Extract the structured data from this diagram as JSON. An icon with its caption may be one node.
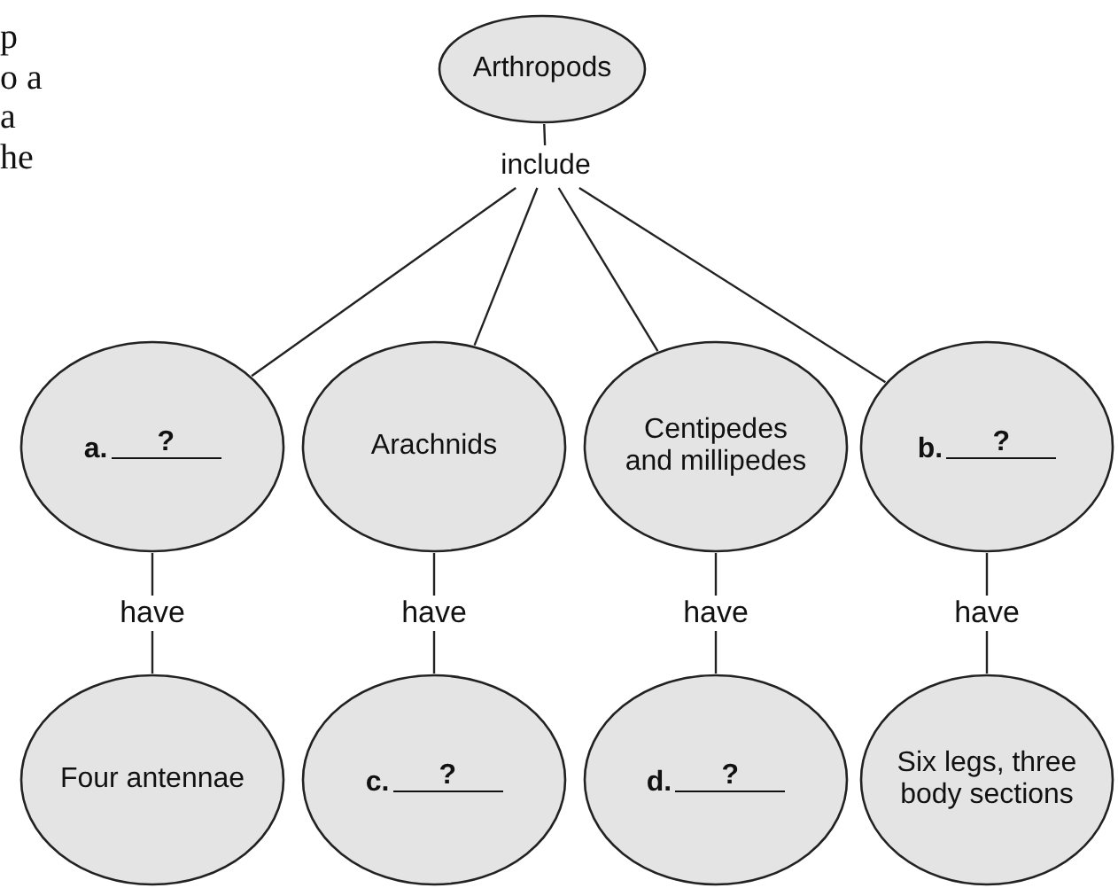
{
  "diagram": {
    "nodes": [
      {
        "text": [
          "Arthropods"
        ]
      },
      {
        "text": [
          "include"
        ]
      },
      {
        "text": [
          "a.",
          "?"
        ]
      },
      {
        "text": [
          "Arachnids"
        ]
      },
      {
        "text": [
          "Centipedes and millipedes"
        ]
      },
      {
        "text": [
          "b.",
          "?"
        ]
      },
      {
        "text": [
          "Four antennae"
        ]
      },
      {
        "text": [
          "c.",
          "?"
        ]
      },
      {
        "text": [
          "d.",
          "?"
        ]
      },
      {
        "text": [
          "Six legs, three body sections"
        ]
      }
    ],
    "edges": [
      {
        "from": 0,
        "to": 1,
        "arrow": "none"
      },
      {
        "from": 1,
        "to": 2,
        "arrow": "none"
      },
      {
        "from": 1,
        "to": 3,
        "arrow": "none"
      },
      {
        "from": 1,
        "to": 4,
        "arrow": "none"
      },
      {
        "from": 1,
        "to": 5,
        "arrow": "none"
      },
      {
        "from": 2,
        "to": 6,
        "label": "have",
        "arrow": "none"
      },
      {
        "from": 3,
        "to": 7,
        "label": "have",
        "arrow": "none"
      },
      {
        "from": 4,
        "to": 8,
        "label": "have",
        "arrow": "none"
      },
      {
        "from": 5,
        "to": 9,
        "label": "have",
        "arrow": "none"
      }
    ],
    "labels": [
      "p",
      "o a",
      "a",
      "he"
    ]
  }
}
